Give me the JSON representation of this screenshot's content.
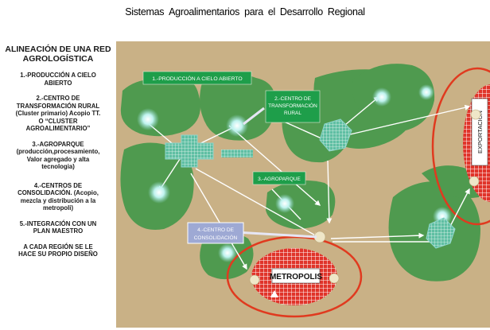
{
  "header": {
    "title": "Sistemas Agroalimentarios para el Desarrollo Regional"
  },
  "sidebar": {
    "title": "ALINEACIÓN DE UNA RED AGROLOGÍSTICA",
    "items": [
      "1.-PRODUCCIÓN A CIELO\nABIERTO",
      "2.-CENTRO DE\nTRANSFORMACIÓN RURAL\n(Cluster primario) Acopio TT.\nO “CLUSTER\nAGROALIMENTARIO”",
      "3.-AGROPARQUE\n(producción,procesamiento,\nValor agregado y alta\ntecnologia)",
      "4.-CENTROS DE\nCONSOLIDACIÓN. (Acopio,\nmezcla y distribución  a la\nmetropoli)",
      "5.-INTEGRACIÓN CON UN\nPLAN MAESTRO",
      "A CADA REGIÓN SE LE\nHACE SU PROPIO DISEÑO"
    ]
  },
  "diagram": {
    "labels": {
      "produccion": "1.-PRODUCCIÓN A CIELO ABIERTO",
      "centro_line1": "2.-CENTRO DE",
      "centro_line2": "TRANSFORMACIÓN",
      "centro_line3": "RURAL",
      "agroparque": "3.-AGROPARQUE",
      "consolidacion_line1": "4.-CENTRO DE",
      "consolidacion_line2": "CONSOLIDACIÓN",
      "metropolis": "METROPOLIS",
      "exportacion": "EXPORTACION"
    },
    "colors": {
      "background": "#c9b186",
      "patch": "#4f9a4f",
      "label_box": "#1e9e4a",
      "hub": "#5fbfa3",
      "metropolis_fill": "#e0342a",
      "ring": "#e03a1f",
      "node": "#efe7c8"
    }
  }
}
